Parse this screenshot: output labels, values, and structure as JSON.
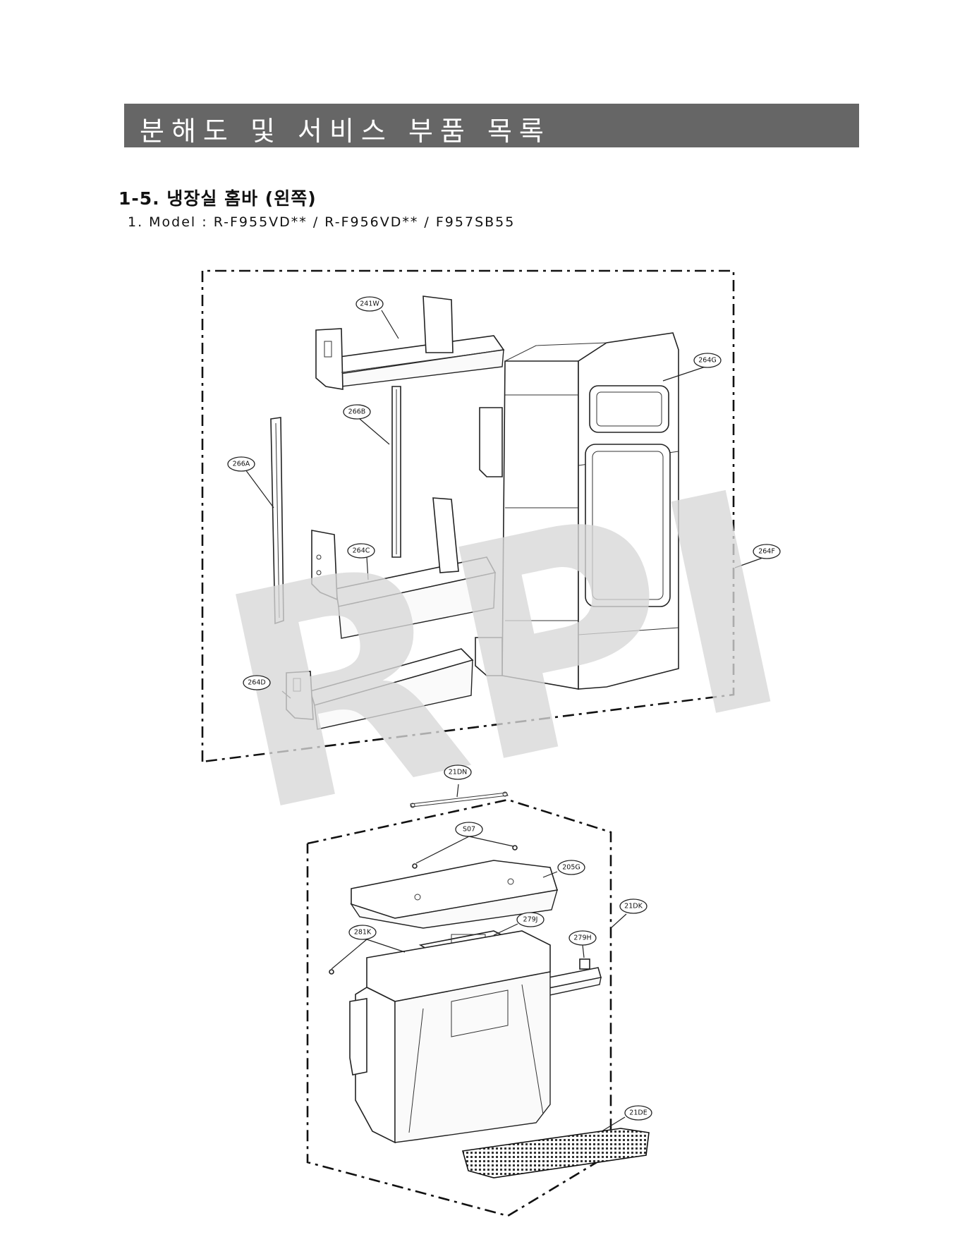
{
  "header": {
    "title": "분해도 및 서비스 부품 목록"
  },
  "section": {
    "title": "1-5. 냉장실 홈바 (왼쪽)",
    "model_line": "1. Model : R-F955VD** / R-F956VD** / F957SB55"
  },
  "watermark": "RPI",
  "callouts": {
    "p241W": "241W",
    "p264G": "264G",
    "p266B": "266B",
    "p266A": "266A",
    "p264C": "264C",
    "p264F": "264F",
    "p264D": "264D",
    "p21DN": "21DN",
    "pS07": "S07",
    "p205G": "205G",
    "p21DK": "21DK",
    "p281K": "281K",
    "p279J": "279J",
    "p279H": "279H",
    "p21DE": "21DE"
  }
}
